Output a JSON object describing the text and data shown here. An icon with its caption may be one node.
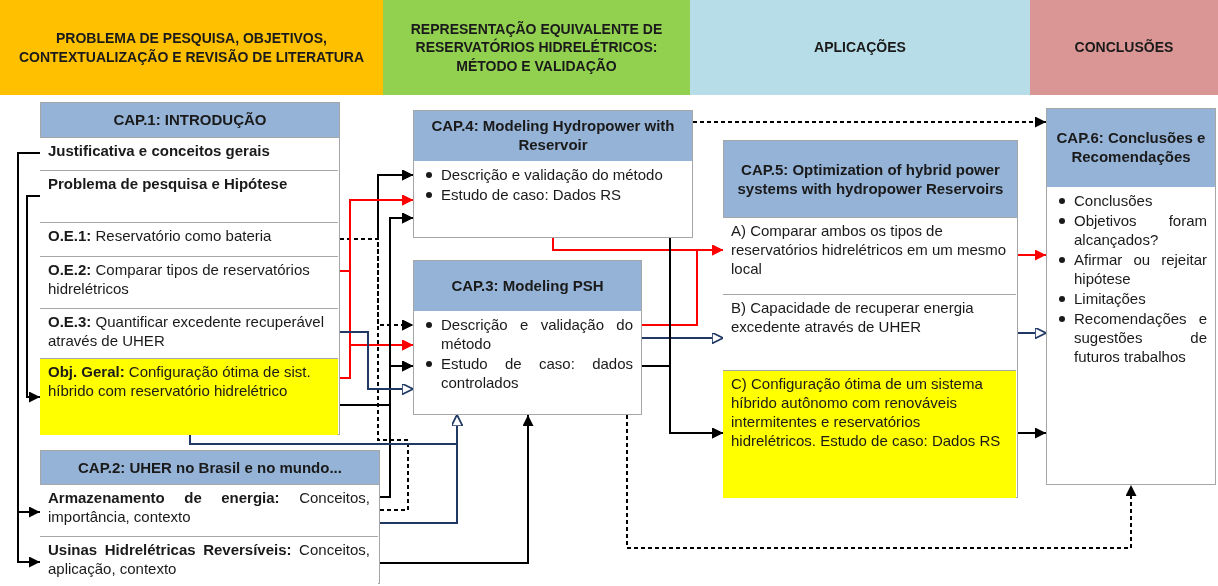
{
  "diagram": {
    "nodes": [
      {
        "text": [
          "PROBLEMA DE PESQUISA, OBJETIVOS, CONTEXTUALIZAÇÃO E REVISÃO DE LITERATURA"
        ]
      },
      {
        "text": [
          "REPRESENTAÇÃO EQUIVALENTE DE RESERVATÓRIOS HIDRELÉTRICOS: MÉTODO E VALIDAÇÃO"
        ]
      },
      {
        "text": [
          "APLICAÇÕES"
        ]
      },
      {
        "text": [
          "CONCLUSÕES"
        ]
      },
      {
        "text": [
          "CAP.1: INTRODUÇÃO"
        ]
      },
      {
        "text": [
          "Justificativa e conceitos gerais"
        ],
        "in": 4
      },
      {
        "text": [
          "Problema de pesquisa e Hipótese"
        ],
        "in": 4
      },
      {
        "text": [
          "**O.E.1:** Reservatório como bateria"
        ],
        "in": 4
      },
      {
        "text": [
          "**O.E.2:** Comparar tipos de reservatórios hidrelétricos"
        ],
        "in": 4
      },
      {
        "text": [
          "**O.E.3:** Quantificar excedente recuperável através de UHER"
        ],
        "in": 4
      },
      {
        "text": [
          "**Obj. Geral:** Configuração ótima de sist. híbrido com reservatório hidrelétrico"
        ],
        "in": 4
      },
      {
        "text": [
          "CAP.2: UHER no Brasil e no mundo..."
        ]
      },
      {
        "text": [
          "**Armazenamento de energia:** Conceitos, importância, contexto"
        ],
        "in": 11
      },
      {
        "text": [
          "**Usinas Hidrelétricas Reversíveis:** Conceitos, aplicação, contexto"
        ],
        "in": 11
      },
      {
        "text": [
          "CAP.4: Modeling Hydropower with Reservoir",
          "Descrição e validação do método",
          "Estudo de caso: Dados RS"
        ]
      },
      {
        "text": [
          "CAP.3: Modeling PSH",
          "Descrição e validação do método",
          "Estudo de caso: dados controlados"
        ]
      },
      {
        "text": [
          "CAP.5: Optimization of hybrid power systems with hydropower Reservoirs"
        ]
      },
      {
        "text": [
          "A) Comparar ambos os tipos de reservatórios hidrelétricos em um mesmo local"
        ],
        "in": 16
      },
      {
        "text": [
          "B) Capacidade de recuperar energia excedente através de UHER"
        ],
        "in": 16
      },
      {
        "text": [
          "C) Configuração ótima de um sistema híbrido autônomo com renováveis intermitentes e reservatórios hidrelétricos. Estudo de caso: Dados RS"
        ],
        "in": 16
      },
      {
        "text": [
          "CAP.6: Conclusões e Recomendações",
          "Conclusões",
          "Objetivos foram alcançados?",
          "Afirmar ou rejeitar hipótese",
          "Limitações",
          "Recomendações e sugestões de futuros trabalhos"
        ]
      }
    ],
    "edges": [
      {
        "from": 5,
        "to": 12,
        "arrow": "to"
      },
      {
        "from": 5,
        "to": 13,
        "arrow": "to"
      },
      {
        "from": 6,
        "to": 10,
        "arrow": "to"
      },
      {
        "from": 7,
        "to": 14,
        "arrow": "to",
        "style": "dashed"
      },
      {
        "from": 7,
        "to": 15,
        "arrow": "to",
        "style": "dashed"
      },
      {
        "from": 12,
        "to": 14,
        "arrow": "to",
        "style": "dashed"
      },
      {
        "from": 12,
        "to": 15,
        "arrow": "to",
        "style": "dashed"
      },
      {
        "from": 8,
        "to": 14,
        "arrow": "to",
        "color": "#ff0000"
      },
      {
        "from": 8,
        "to": 15,
        "arrow": "to",
        "color": "#ff0000"
      },
      {
        "from": 10,
        "to": 14,
        "arrow": "to",
        "color": "#ff0000"
      },
      {
        "from": 10,
        "to": 15,
        "arrow": "to",
        "color": "#ff0000"
      },
      {
        "from": 12,
        "to": 14,
        "arrow": "to"
      },
      {
        "from": 12,
        "to": 15,
        "arrow": "to"
      },
      {
        "from": 10,
        "to": 14,
        "arrow": "to"
      },
      {
        "from": 10,
        "to": 15,
        "arrow": "to"
      },
      {
        "from": 9,
        "to": 15,
        "arrow": "to",
        "color": "#1f3864"
      },
      {
        "from": 10,
        "to": 15,
        "arrow": "to",
        "color": "#1f3864"
      },
      {
        "from": 12,
        "to": 15,
        "arrow": "to",
        "color": "#1f3864"
      },
      {
        "from": 13,
        "to": 15,
        "arrow": "to"
      },
      {
        "from": 14,
        "to": 20,
        "arrow": "to",
        "style": "dashed"
      },
      {
        "from": 14,
        "to": 17,
        "arrow": "to",
        "color": "#ff0000"
      },
      {
        "from": 15,
        "to": 17,
        "arrow": "to",
        "color": "#ff0000"
      },
      {
        "from": 15,
        "to": 18,
        "arrow": "to",
        "color": "#1f3864"
      },
      {
        "from": 14,
        "to": 19,
        "arrow": "to"
      },
      {
        "from": 15,
        "to": 19,
        "arrow": "to"
      },
      {
        "from": 15,
        "to": 20,
        "arrow": "to",
        "style": "dashed"
      },
      {
        "from": 17,
        "to": 20,
        "arrow": "to",
        "color": "#ff0000"
      },
      {
        "from": 18,
        "to": 20,
        "arrow": "to",
        "color": "#1f3864"
      },
      {
        "from": 19,
        "to": 20,
        "arrow": "to"
      }
    ]
  }
}
